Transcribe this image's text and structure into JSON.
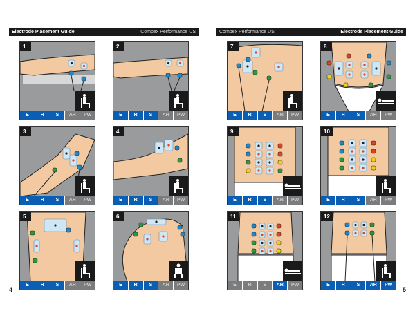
{
  "left_page": {
    "header_title": "Electrode Placement Guide",
    "header_product": "Compex Performance US",
    "page_number": "4"
  },
  "right_page": {
    "header_product": "Compex Performance US",
    "header_title": "Electrode Placement Guide",
    "page_number": "5"
  },
  "mode_labels": [
    "E",
    "R",
    "S",
    "AR",
    "PW"
  ],
  "colors": {
    "active": "#0a5fb4",
    "inactive": "#7b7c7e",
    "skin": "#f2c9a0",
    "pad": "#cfe6f5"
  },
  "panels": [
    {
      "number": "1",
      "region": "forearm-flexors",
      "posture": "seated",
      "active": [
        true,
        true,
        true,
        false,
        false
      ]
    },
    {
      "number": "2",
      "region": "forearm-extensors",
      "posture": "seated",
      "active": [
        true,
        true,
        true,
        false,
        false
      ]
    },
    {
      "number": "3",
      "region": "upper-arm",
      "posture": "seated",
      "active": [
        true,
        true,
        true,
        false,
        false
      ]
    },
    {
      "number": "4",
      "region": "upper-arm-side",
      "posture": "seated",
      "active": [
        true,
        true,
        true,
        false,
        false
      ]
    },
    {
      "number": "5",
      "region": "thigh",
      "posture": "seated",
      "active": [
        true,
        true,
        true,
        false,
        false
      ]
    },
    {
      "number": "6",
      "region": "gluteals",
      "posture": "seated-front",
      "active": [
        true,
        true,
        true,
        false,
        false
      ]
    },
    {
      "number": "7",
      "region": "shoulder",
      "posture": "seated",
      "active": [
        true,
        true,
        true,
        false,
        false
      ]
    },
    {
      "number": "8",
      "region": "abdominals",
      "posture": "lying",
      "active": [
        true,
        true,
        true,
        false,
        false
      ]
    },
    {
      "number": "9",
      "region": "lower-back",
      "posture": "lying",
      "active": [
        true,
        true,
        true,
        false,
        false
      ]
    },
    {
      "number": "10",
      "region": "lower-back",
      "posture": "seated",
      "active": [
        true,
        true,
        true,
        false,
        false
      ]
    },
    {
      "number": "11",
      "region": "lower-back",
      "posture": "lying",
      "active": [
        false,
        false,
        false,
        true,
        false
      ]
    },
    {
      "number": "12",
      "region": "lower-back",
      "posture": "seated",
      "active": [
        true,
        true,
        true,
        true,
        true
      ]
    }
  ]
}
